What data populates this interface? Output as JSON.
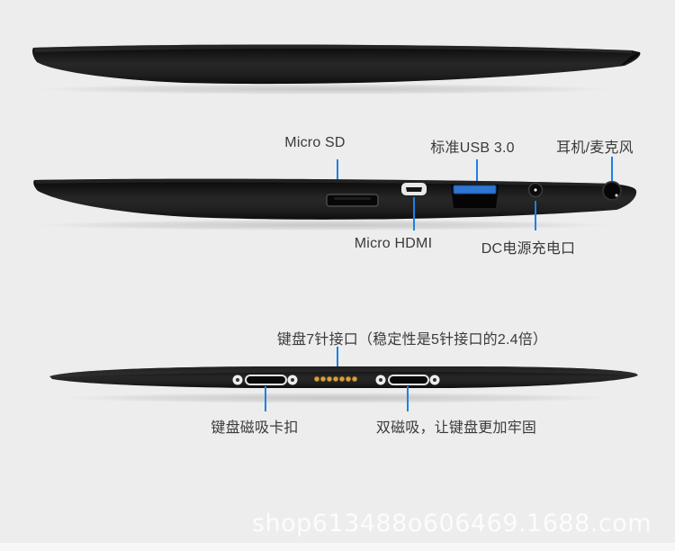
{
  "colors": {
    "page_bg": "#ededed",
    "leader_line": "#1e80e8",
    "label_text": "#3a3a3a",
    "usb_blue": "#2e76d2",
    "pin_gold": "#d9a23c",
    "device_body": "#1d1d1d"
  },
  "watermark": "shop613488o606469.1688.com",
  "port_edge": {
    "labels_above": [
      {
        "id": "micro_sd",
        "text": "Micro SD"
      },
      {
        "id": "usb3",
        "text": "标准USB 3.0"
      },
      {
        "id": "headphone_mic",
        "text": "耳机/麦克风"
      }
    ],
    "labels_below": [
      {
        "id": "micro_hdmi",
        "text": "Micro HDMI"
      },
      {
        "id": "dc_power",
        "text": "DC电源充电口"
      }
    ],
    "ports": [
      "micro-sd-slot",
      "micro-hdmi-port",
      "usb3-port",
      "dc-power-port",
      "headphone-jack"
    ]
  },
  "keyboard_edge": {
    "label_above": "键盘7针接口（稳定性是5针接口的2.4倍）",
    "labels_below": [
      {
        "id": "latch",
        "text": "键盘磁吸卡扣"
      },
      {
        "id": "magnet",
        "text": "双磁吸，让键盘更加牢固"
      }
    ],
    "pin_count": 7,
    "features": [
      "magnetic-latch-left",
      "pogo-pins",
      "magnetic-latch-right"
    ]
  }
}
